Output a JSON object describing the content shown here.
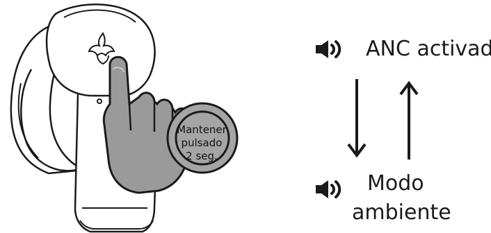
{
  "figure": {
    "badge": {
      "line1": "Mantener",
      "line2": "pulsado",
      "line3": "2 seg."
    },
    "states": {
      "top_label": "ANC activada",
      "bottom_label_line1": "Modo",
      "bottom_label_line2": "ambiente"
    },
    "icons": {
      "top": "speaker-volume-icon",
      "bottom": "speaker-volume-icon",
      "down": "arrow-down-icon",
      "up": "arrow-up-icon",
      "logo": "razer-triple-snake-logo"
    },
    "colors": {
      "line": "#1a1a1a",
      "finger_fill": "#9a9a9a",
      "badge_fill": "#a5a5a5",
      "background": "#ffffff"
    }
  }
}
